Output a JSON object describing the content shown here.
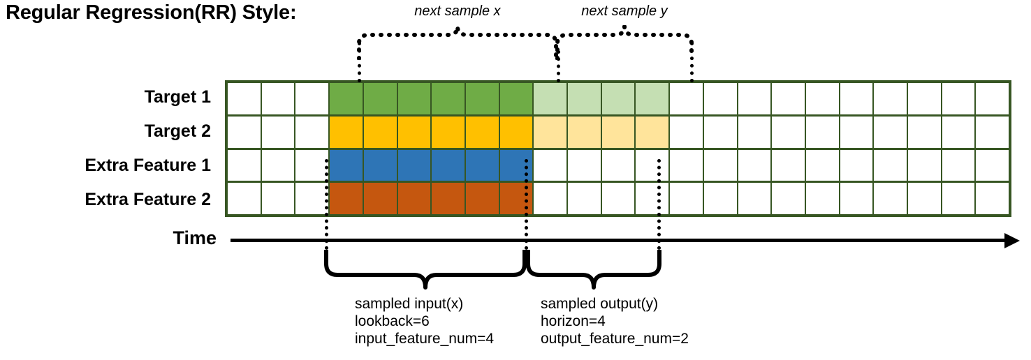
{
  "title": "Regular Regression(RR) Style:",
  "rows": [
    {
      "label": "Target 1",
      "color_key": "green"
    },
    {
      "label": "Target 2",
      "color_key": "gold"
    },
    {
      "label": "Extra Feature 1",
      "color_key": "blue"
    },
    {
      "label": "Extra Feature 2",
      "color_key": "orange"
    }
  ],
  "axis": {
    "time_label": "Time",
    "arrow_direction": "right"
  },
  "annotations": {
    "top": [
      {
        "id": "next-sample-x",
        "label": "next sample x"
      },
      {
        "id": "next-sample-y",
        "label": "next sample y"
      }
    ],
    "bottom": [
      {
        "id": "sampled-input",
        "lines": [
          "sampled input(x)",
          "lookback=6",
          "input_feature_num=4"
        ]
      },
      {
        "id": "sampled-output",
        "lines": [
          "sampled output(y)",
          "horizon=4",
          "output_feature_num=2"
        ]
      }
    ]
  },
  "colors": {
    "border": "#375623",
    "green": "#6FAC46",
    "green_light": "#C5DFB3",
    "gold": "#FFC000",
    "gold_light": "#FFE49B",
    "blue": "#2E75B6",
    "orange": "#C5570F",
    "empty": "#FFFFFF",
    "ink": "#000000"
  },
  "grid": {
    "columns": 23,
    "rows": 4,
    "input_start_col": 3,
    "input_col_count": 6,
    "output_start_col": 9,
    "output_col_count": 4,
    "cells": [
      [
        "empty",
        "empty",
        "empty",
        "green",
        "green",
        "green",
        "green",
        "green",
        "green",
        "green_light",
        "green_light",
        "green_light",
        "green_light",
        "empty",
        "empty",
        "empty",
        "empty",
        "empty",
        "empty",
        "empty",
        "empty",
        "empty",
        "empty"
      ],
      [
        "empty",
        "empty",
        "empty",
        "gold",
        "gold",
        "gold",
        "gold",
        "gold",
        "gold",
        "gold_light",
        "gold_light",
        "gold_light",
        "gold_light",
        "empty",
        "empty",
        "empty",
        "empty",
        "empty",
        "empty",
        "empty",
        "empty",
        "empty",
        "empty"
      ],
      [
        "empty",
        "empty",
        "empty",
        "blue",
        "blue",
        "blue",
        "blue",
        "blue",
        "blue",
        "empty",
        "empty",
        "empty",
        "empty",
        "empty",
        "empty",
        "empty",
        "empty",
        "empty",
        "empty",
        "empty",
        "empty",
        "empty",
        "empty"
      ],
      [
        "empty",
        "empty",
        "empty",
        "orange",
        "orange",
        "orange",
        "orange",
        "orange",
        "orange",
        "empty",
        "empty",
        "empty",
        "empty",
        "empty",
        "empty",
        "empty",
        "empty",
        "empty",
        "empty",
        "empty",
        "empty",
        "empty",
        "empty"
      ]
    ]
  }
}
